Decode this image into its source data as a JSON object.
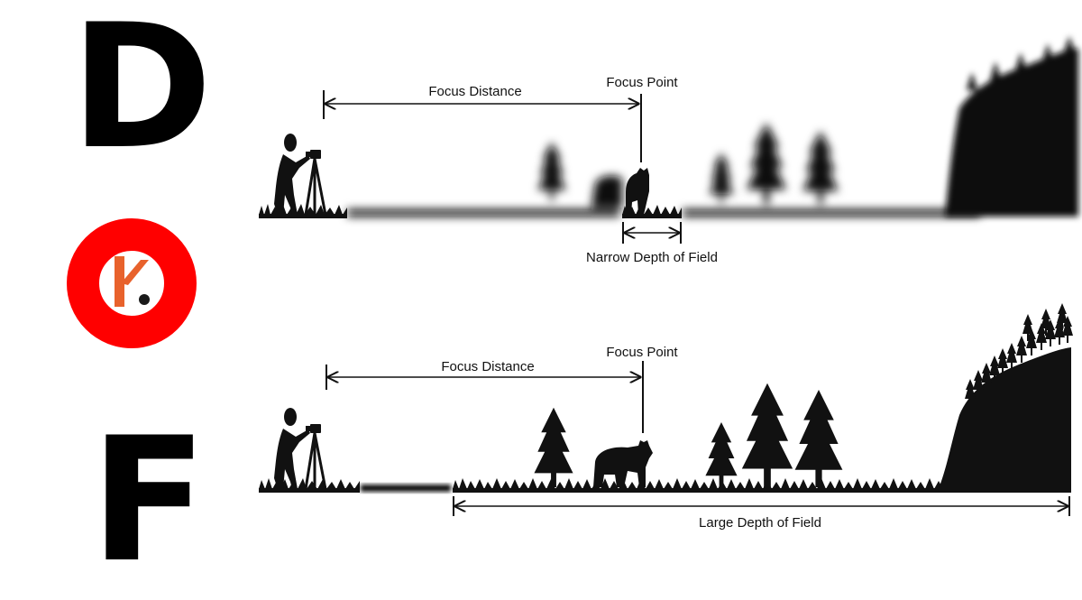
{
  "title_letters": {
    "top": "D",
    "bottom": "F"
  },
  "logo": {
    "icon": "k-letter-logo-icon",
    "ring_color": "#ff0000",
    "letter_color": "#e8622c"
  },
  "panels": [
    {
      "name": "narrow",
      "focus_distance_label": "Focus Distance",
      "focus_point_label": "Focus Point",
      "dof_label": "Narrow Depth of Field",
      "background_blurred": true
    },
    {
      "name": "large",
      "focus_distance_label": "Focus Distance",
      "focus_point_label": "Focus Point",
      "dof_label": "Large Depth of Field",
      "background_blurred": false
    }
  ],
  "colors": {
    "ink": "#111111",
    "background": "#ffffff"
  }
}
